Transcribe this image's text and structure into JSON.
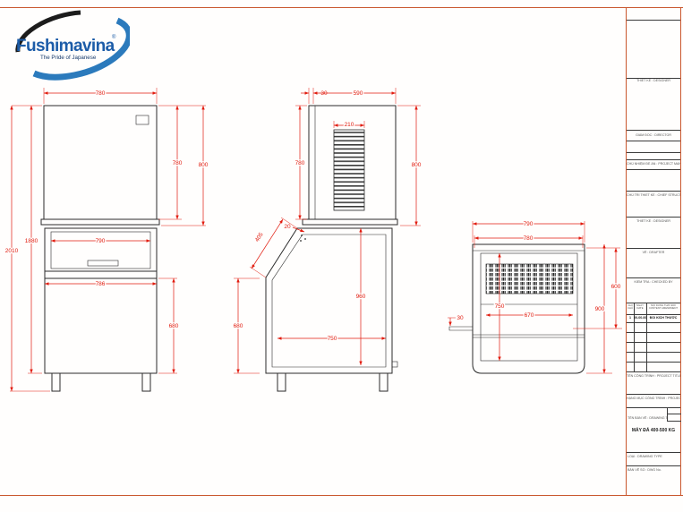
{
  "colors": {
    "sheet_border": "#c9572e",
    "dimension_red": "#e11b0e",
    "object_line": "#2b2b2b",
    "logo_blue": "#1c5ca8",
    "logo_swoosh_blue": "#2b7abc",
    "logo_swoosh_black": "#1c1c1c"
  },
  "logo": {
    "name": "Fushimavina",
    "reg": "®",
    "tagline": "The Pride of Japanese"
  },
  "dims": {
    "front": {
      "w_top": "780",
      "h_inner": "780",
      "h_outer": "800",
      "h_body": "1880",
      "h_total": "2010",
      "w_mid": "790",
      "w_low": "786",
      "h_bin": "680"
    },
    "side": {
      "off_top": "30",
      "w_top": "590",
      "w_vent": "210",
      "h_head": "780",
      "h_outer": "800",
      "gap": "20",
      "slope": "405",
      "h_bin": "680",
      "h_inner": "960",
      "d_inner": "750"
    },
    "rear": {
      "w_top": "790",
      "w_body": "780",
      "h_cond": "600",
      "h_body": "900",
      "h_inner": "750",
      "w_inner": "670",
      "d_pipe": "30"
    }
  },
  "title_block": {
    "approve1": "THIẾT KẾ : DESIGNER",
    "director": "GIÁM ĐỐC : DIRECTOR",
    "project_manager": "CHỦ NHIỆM ĐỀ ÁN : PROJECT MANAGER",
    "chief_design": "CHỦ TRÌ THIẾT KẾ : CHIEF STRUCTURAL DESIGN",
    "designer": "THIẾT KẾ : DESIGNER",
    "drafter": "VẼ : DRAFTER",
    "checker": "KIỂM TRA : CHECKED BY",
    "rev_col_note": "GHI CHÚ",
    "rev_col_date": "NGÀY DATE",
    "rev_col_content": "NỘI DUNG THAY ĐỔI CONTENT AMENDMENT",
    "rev1_no": "1",
    "rev1_date": "00-00-00",
    "rev1_content": "ĐỔI KÍCH THƯỚC",
    "project_title_label": "TÊN CÔNG TRÌNH : PROJECT TITLE",
    "project_item_label": "HẠNG MỤC CÔNG TRÌNH : PROJECT ITEM",
    "drawing_title_label": "TÊN BẢN VẼ : DRAWING TITLE",
    "drawing_title": "MÁY ĐÁ 400-500 KG",
    "type_label": "LOẠI : DRAWING TYPE",
    "number_label": "BẢN VẼ SỐ : DWG No."
  }
}
